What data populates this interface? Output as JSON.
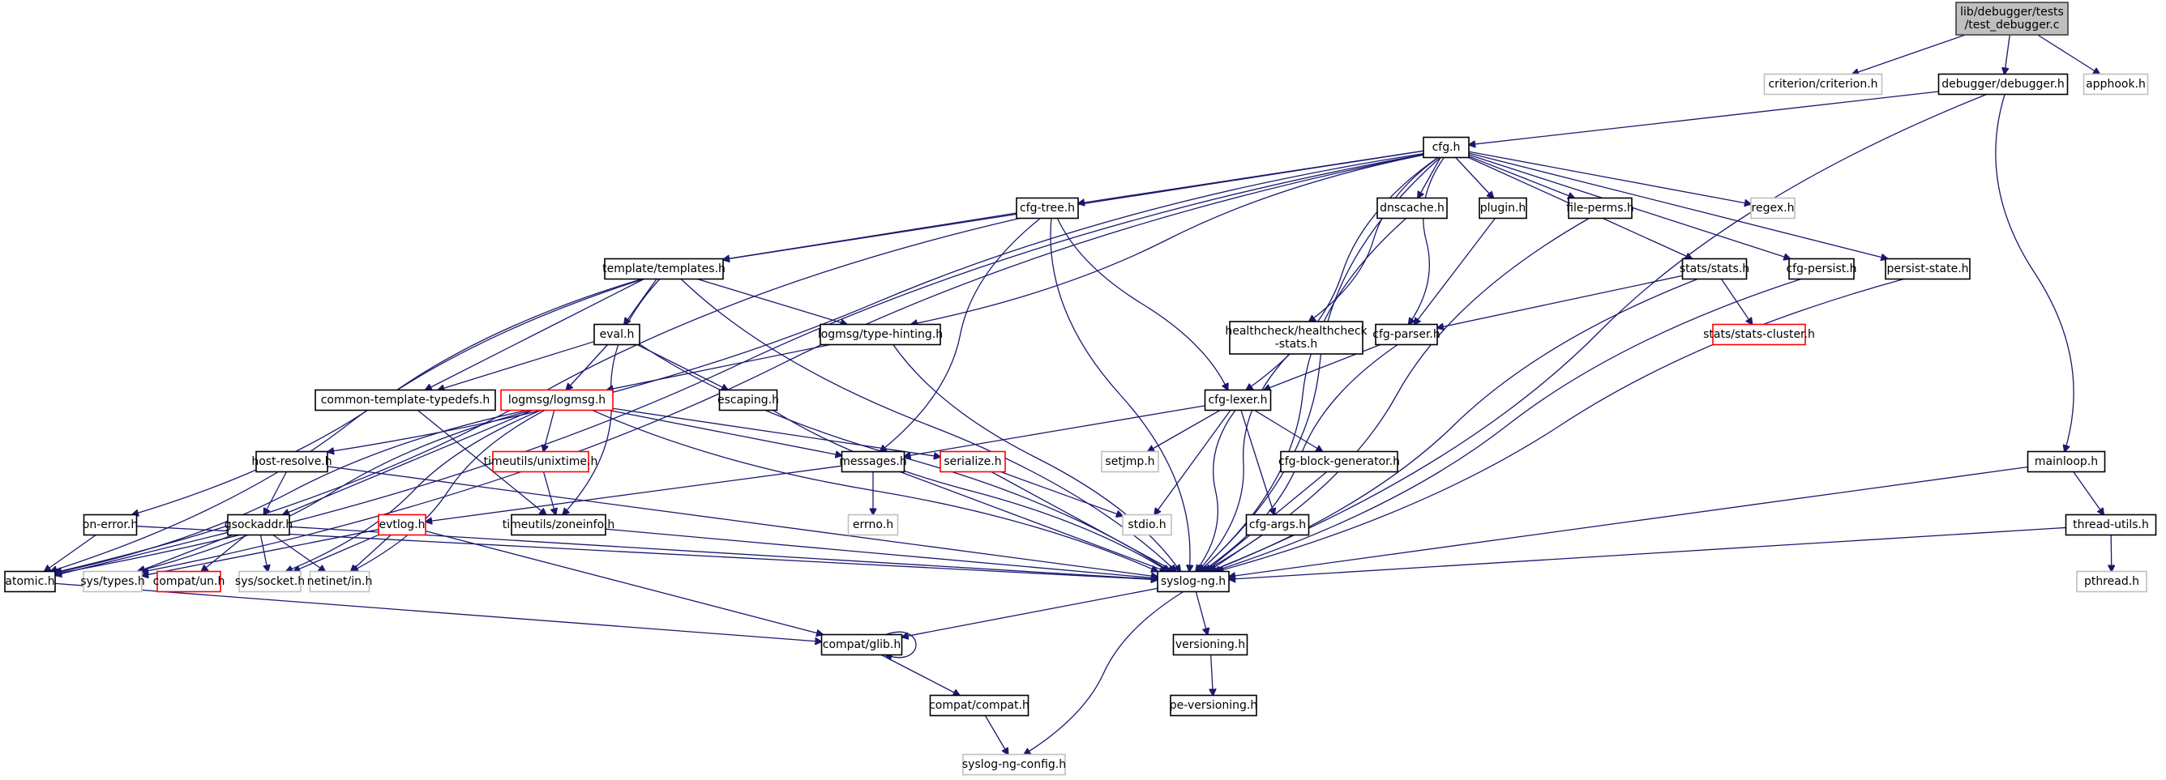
{
  "title": "Include dependency graph for lib/debugger/tests/test_debugger.c",
  "colors": {
    "edge": "#191970",
    "root_fill": "#bfbfbf",
    "root_border": "#404040",
    "normal_border": "#000000",
    "external_border": "#bfbfbf",
    "missing_border": "#ff0000",
    "node_fill": "#ffffff"
  },
  "nodes": [
    {
      "id": "root",
      "label": [
        "lib/debugger/tests",
        "/test_debugger.c"
      ],
      "kind": "root"
    },
    {
      "id": "criterion",
      "label": [
        "criterion/criterion.h"
      ],
      "kind": "external"
    },
    {
      "id": "debugger",
      "label": [
        "debugger/debugger.h"
      ],
      "kind": "normal"
    },
    {
      "id": "apphook",
      "label": [
        "apphook.h"
      ],
      "kind": "external"
    },
    {
      "id": "cfg",
      "label": [
        "cfg.h"
      ],
      "kind": "normal"
    },
    {
      "id": "cfgtree",
      "label": [
        "cfg-tree.h"
      ],
      "kind": "normal"
    },
    {
      "id": "dnscache",
      "label": [
        "dnscache.h"
      ],
      "kind": "normal"
    },
    {
      "id": "plugin",
      "label": [
        "plugin.h"
      ],
      "kind": "normal"
    },
    {
      "id": "fileperms",
      "label": [
        "file-perms.h"
      ],
      "kind": "normal"
    },
    {
      "id": "regex",
      "label": [
        "regex.h"
      ],
      "kind": "external"
    },
    {
      "id": "stats",
      "label": [
        "stats/stats.h"
      ],
      "kind": "normal"
    },
    {
      "id": "cfgpersist",
      "label": [
        "cfg-persist.h"
      ],
      "kind": "normal"
    },
    {
      "id": "persiststate",
      "label": [
        "persist-state.h"
      ],
      "kind": "normal"
    },
    {
      "id": "templates",
      "label": [
        "template/templates.h"
      ],
      "kind": "normal"
    },
    {
      "id": "healthcheck",
      "label": [
        "healthcheck/healthcheck",
        "-stats.h"
      ],
      "kind": "normal"
    },
    {
      "id": "statscluster",
      "label": [
        "stats/stats-cluster.h"
      ],
      "kind": "missing"
    },
    {
      "id": "cfgparser",
      "label": [
        "cfg-parser.h"
      ],
      "kind": "normal"
    },
    {
      "id": "eval",
      "label": [
        "eval.h"
      ],
      "kind": "normal"
    },
    {
      "id": "typehinting",
      "label": [
        "logmsg/type-hinting.h"
      ],
      "kind": "normal"
    },
    {
      "id": "commontypedefs",
      "label": [
        "common-template-typedefs.h"
      ],
      "kind": "normal"
    },
    {
      "id": "logmsg",
      "label": [
        "logmsg/logmsg.h"
      ],
      "kind": "missing"
    },
    {
      "id": "escaping",
      "label": [
        "escaping.h"
      ],
      "kind": "normal"
    },
    {
      "id": "cfglexer",
      "label": [
        "cfg-lexer.h"
      ],
      "kind": "normal"
    },
    {
      "id": "hostresolve",
      "label": [
        "host-resolve.h"
      ],
      "kind": "normal"
    },
    {
      "id": "unixtime",
      "label": [
        "timeutils/unixtime.h"
      ],
      "kind": "missing"
    },
    {
      "id": "messages",
      "label": [
        "messages.h"
      ],
      "kind": "normal"
    },
    {
      "id": "serialize",
      "label": [
        "serialize.h"
      ],
      "kind": "missing"
    },
    {
      "id": "setjmp",
      "label": [
        "setjmp.h"
      ],
      "kind": "external"
    },
    {
      "id": "cfgblockgen",
      "label": [
        "cfg-block-generator.h"
      ],
      "kind": "normal"
    },
    {
      "id": "mainloop",
      "label": [
        "mainloop.h"
      ],
      "kind": "normal"
    },
    {
      "id": "onerror",
      "label": [
        "on-error.h"
      ],
      "kind": "normal"
    },
    {
      "id": "gsockaddr",
      "label": [
        "gsockaddr.h"
      ],
      "kind": "normal"
    },
    {
      "id": "evtlog",
      "label": [
        "evtlog.h"
      ],
      "kind": "missing"
    },
    {
      "id": "zoneinfo",
      "label": [
        "timeutils/zoneinfo.h"
      ],
      "kind": "normal"
    },
    {
      "id": "errno",
      "label": [
        "errno.h"
      ],
      "kind": "external"
    },
    {
      "id": "stdio",
      "label": [
        "stdio.h"
      ],
      "kind": "external"
    },
    {
      "id": "cfgargs",
      "label": [
        "cfg-args.h"
      ],
      "kind": "normal"
    },
    {
      "id": "threadutils",
      "label": [
        "thread-utils.h"
      ],
      "kind": "normal"
    },
    {
      "id": "atomic",
      "label": [
        "atomic.h"
      ],
      "kind": "normal"
    },
    {
      "id": "systypes",
      "label": [
        "sys/types.h"
      ],
      "kind": "external"
    },
    {
      "id": "compatun",
      "label": [
        "compat/un.h"
      ],
      "kind": "missing"
    },
    {
      "id": "syssocket",
      "label": [
        "sys/socket.h"
      ],
      "kind": "external"
    },
    {
      "id": "netinet",
      "label": [
        "netinet/in.h"
      ],
      "kind": "external"
    },
    {
      "id": "syslogng",
      "label": [
        "syslog-ng.h"
      ],
      "kind": "normal"
    },
    {
      "id": "pthread",
      "label": [
        "pthread.h"
      ],
      "kind": "external"
    },
    {
      "id": "glib",
      "label": [
        "compat/glib.h"
      ],
      "kind": "normal"
    },
    {
      "id": "versioning",
      "label": [
        "versioning.h"
      ],
      "kind": "normal"
    },
    {
      "id": "compat",
      "label": [
        "compat/compat.h"
      ],
      "kind": "normal"
    },
    {
      "id": "peversioning",
      "label": [
        "pe-versioning.h"
      ],
      "kind": "normal"
    },
    {
      "id": "syslogngconfig",
      "label": [
        "syslog-ng-config.h"
      ],
      "kind": "external"
    }
  ],
  "edges": [
    [
      "root",
      "criterion"
    ],
    [
      "root",
      "debugger"
    ],
    [
      "root",
      "apphook"
    ],
    [
      "debugger",
      "cfg"
    ],
    [
      "debugger",
      "syslogng"
    ],
    [
      "debugger",
      "mainloop"
    ],
    [
      "cfg",
      "cfgtree"
    ],
    [
      "cfg",
      "dnscache"
    ],
    [
      "cfg",
      "plugin"
    ],
    [
      "cfg",
      "fileperms"
    ],
    [
      "cfg",
      "regex"
    ],
    [
      "cfg",
      "stats"
    ],
    [
      "cfg",
      "cfgpersist"
    ],
    [
      "cfg",
      "persiststate"
    ],
    [
      "cfg",
      "templates"
    ],
    [
      "cfg",
      "healthcheck"
    ],
    [
      "cfg",
      "cfgparser"
    ],
    [
      "cfg",
      "typehinting"
    ],
    [
      "cfg",
      "cfglexer"
    ],
    [
      "cfg",
      "hostresolve"
    ],
    [
      "cfg",
      "atomic"
    ],
    [
      "cfg",
      "systypes"
    ],
    [
      "cfg",
      "syslogng"
    ],
    [
      "cfgtree",
      "templates"
    ],
    [
      "cfgtree",
      "messages"
    ],
    [
      "cfgtree",
      "cfglexer"
    ],
    [
      "cfgtree",
      "syslogng"
    ],
    [
      "cfgtree",
      "atomic"
    ],
    [
      "dnscache",
      "syslogng"
    ],
    [
      "plugin",
      "cfgparser"
    ],
    [
      "fileperms",
      "syslogng"
    ],
    [
      "stats",
      "cfgparser"
    ],
    [
      "stats",
      "statscluster"
    ],
    [
      "stats",
      "syslogng"
    ],
    [
      "cfgpersist",
      "syslogng"
    ],
    [
      "persiststate",
      "syslogng"
    ],
    [
      "templates",
      "eval"
    ],
    [
      "templates",
      "typehinting"
    ],
    [
      "templates",
      "commontypedefs"
    ],
    [
      "templates",
      "zoneinfo"
    ],
    [
      "templates",
      "syslogng"
    ],
    [
      "templates",
      "onerror"
    ],
    [
      "templates",
      "atomic"
    ],
    [
      "healthcheck",
      "syslogng"
    ],
    [
      "cfgparser",
      "cfglexer"
    ],
    [
      "cfgparser",
      "syslogng"
    ],
    [
      "eval",
      "logmsg"
    ],
    [
      "eval",
      "escaping"
    ],
    [
      "eval",
      "commontypedefs"
    ],
    [
      "eval",
      "syslogng"
    ],
    [
      "typehinting",
      "logmsg"
    ],
    [
      "typehinting",
      "syslogng"
    ],
    [
      "commontypedefs",
      "zoneinfo"
    ],
    [
      "logmsg",
      "unixtime"
    ],
    [
      "logmsg",
      "messages"
    ],
    [
      "logmsg",
      "serialize"
    ],
    [
      "logmsg",
      "gsockaddr"
    ],
    [
      "logmsg",
      "atomic"
    ],
    [
      "logmsg",
      "systypes"
    ],
    [
      "logmsg",
      "syssocket"
    ],
    [
      "logmsg",
      "netinet"
    ],
    [
      "logmsg",
      "syslogng"
    ],
    [
      "escaping",
      "syslogng"
    ],
    [
      "cfglexer",
      "messages"
    ],
    [
      "cfglexer",
      "setjmp"
    ],
    [
      "cfglexer",
      "stdio"
    ],
    [
      "cfglexer",
      "cfgblockgen"
    ],
    [
      "cfglexer",
      "cfgargs"
    ],
    [
      "cfglexer",
      "syslogng"
    ],
    [
      "hostresolve",
      "gsockaddr"
    ],
    [
      "hostresolve",
      "syslogng"
    ],
    [
      "unixtime",
      "zoneinfo"
    ],
    [
      "messages",
      "evtlog"
    ],
    [
      "messages",
      "errno"
    ],
    [
      "messages",
      "syslogng"
    ],
    [
      "serialize",
      "stdio"
    ],
    [
      "serialize",
      "syslogng"
    ],
    [
      "cfgblockgen",
      "syslogng"
    ],
    [
      "mainloop",
      "threadutils"
    ],
    [
      "mainloop",
      "syslogng"
    ],
    [
      "onerror",
      "atomic"
    ],
    [
      "onerror",
      "syslogng"
    ],
    [
      "gsockaddr",
      "atomic"
    ],
    [
      "gsockaddr",
      "systypes"
    ],
    [
      "gsockaddr",
      "compatun"
    ],
    [
      "gsockaddr",
      "syssocket"
    ],
    [
      "gsockaddr",
      "netinet"
    ],
    [
      "gsockaddr",
      "syslogng"
    ],
    [
      "evtlog",
      "systypes"
    ],
    [
      "evtlog",
      "syssocket"
    ],
    [
      "evtlog",
      "netinet"
    ],
    [
      "evtlog",
      "glib"
    ],
    [
      "zoneinfo",
      "syslogng"
    ],
    [
      "cfgargs",
      "syslogng"
    ],
    [
      "threadutils",
      "pthread"
    ],
    [
      "threadutils",
      "syslogng"
    ],
    [
      "atomic",
      "glib"
    ],
    [
      "syslogng",
      "glib"
    ],
    [
      "syslogng",
      "versioning"
    ],
    [
      "syslogng",
      "syslogngconfig"
    ],
    [
      "glib",
      "glib"
    ],
    [
      "glib",
      "compat"
    ],
    [
      "versioning",
      "peversioning"
    ],
    [
      "compat",
      "syslogngconfig"
    ]
  ]
}
